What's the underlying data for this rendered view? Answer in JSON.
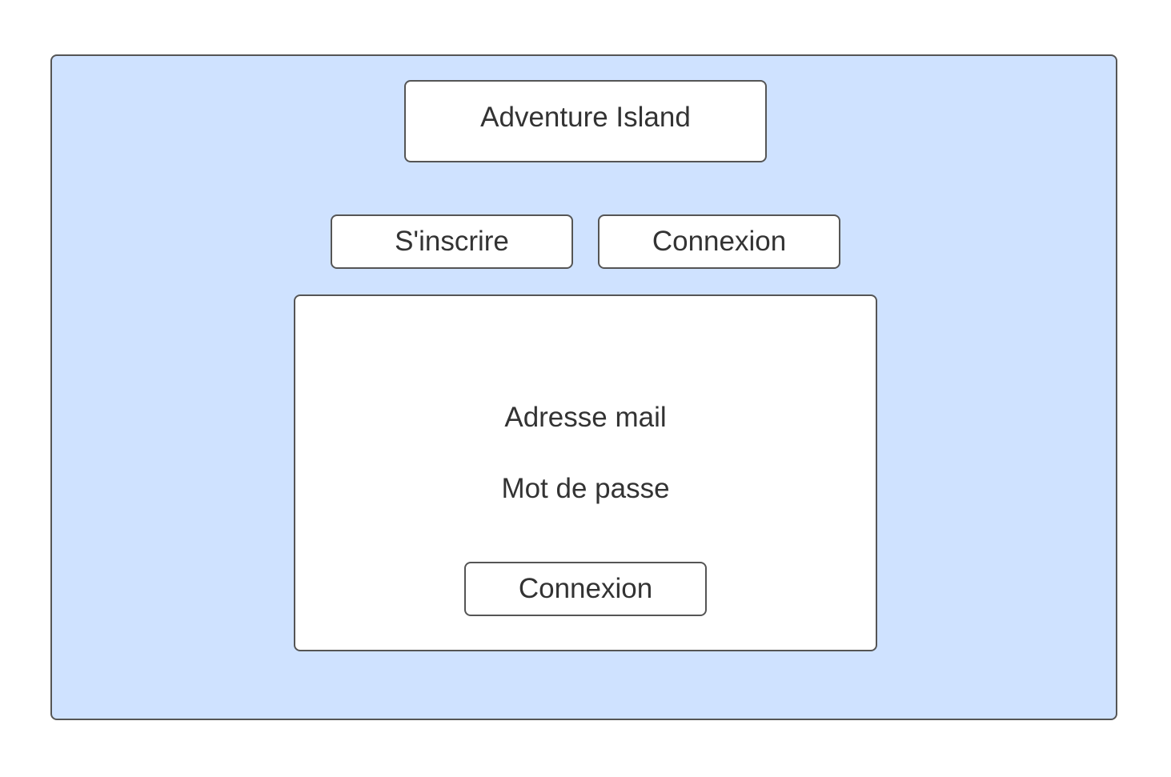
{
  "app": {
    "title": "Adventure Island"
  },
  "tabs": {
    "signup_label": "S'inscrire",
    "login_label": "Connexion"
  },
  "login_form": {
    "email_label": "Adresse mail",
    "password_label": "Mot de passe",
    "submit_label": "Connexion"
  },
  "colors": {
    "background_panel": "#cfe2ff",
    "border": "#555555",
    "box_fill": "#ffffff",
    "text": "#333333"
  }
}
